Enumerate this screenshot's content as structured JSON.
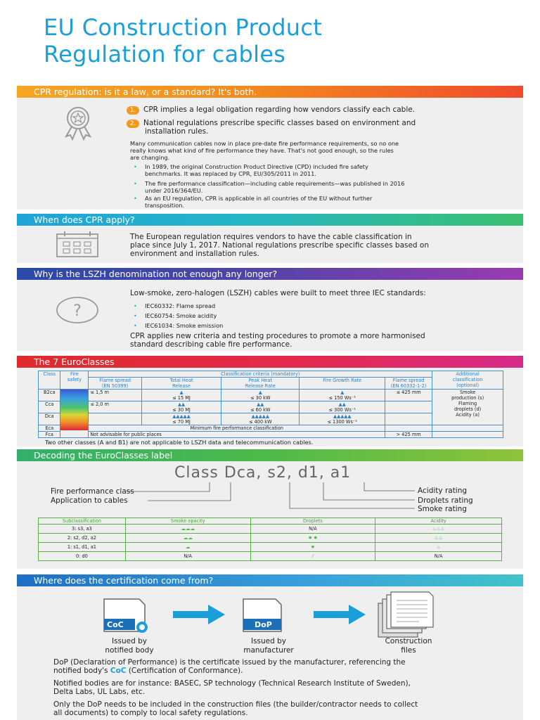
{
  "title": {
    "line1": "EU Construction Product",
    "line2": "Regulation for cables"
  },
  "section1": {
    "header": "CPR regulation: is it a law, or a standard? It's both.",
    "item1_num": "1.",
    "item1": "CPR implies a legal obligation regarding how vendors classify each cable.",
    "item2_num": "2.",
    "item2_a": "National regulations prescribe specific classes based on environment and",
    "item2_b": "installation rules.",
    "para_a": "Many communication cables now in place pre-date fire performance requirements, so no one",
    "para_b": "really knows what kind of fire performance they have. That's not good enough, so the rules",
    "para_c": "are changing.",
    "bullets": [
      {
        "a": "In 1989, the original Construction Product Directive (CPD) included fire safety",
        "b": "benchmarks. It was replaced by CPR, EU/305/2011 in 2011."
      },
      {
        "a": "The fire performance classification—including cable requirements—was published in 2016",
        "b": "under 2016/364/EU."
      },
      {
        "a": "As an EU regulation, CPR is applicable in all countries of the EU without further",
        "b": "transposition."
      }
    ]
  },
  "section2": {
    "header": "When does CPR apply?",
    "line1": "The European regulation requires vendors to have the cable classification in",
    "line2": "place since July 1, 2017. National regulations prescribe specific classes based on",
    "line3": "environment and installation rules."
  },
  "section3": {
    "header": "Why is the LSZH denomination not enough any longer?",
    "intro": "Low-smoke, zero-halogen (LSZH) cables were built to meet three IEC standards:",
    "bullets": [
      "IEC60332: Flame spread",
      "IEC60754: Smoke acidity",
      "IEC61034: Smoke emission"
    ],
    "outro1": "CPR applies new criteria and testing procedures to promote a more harmonised",
    "outro2": "standard describing cable fire performance."
  },
  "section4": {
    "header": "The 7 EuroClasses",
    "col_class": "Class",
    "col_fire_a": "Fire",
    "col_fire_b": "safety",
    "criteria": "Classification criteria (mandatory)",
    "h_flame_a": "Flame spread",
    "h_flame_b": "(EN 50399)",
    "h_heat_a": "Total Heat",
    "h_heat_b": "Release",
    "h_peak_a": "Peak Heat",
    "h_peak_b": "Release Rate",
    "h_growth": "Fire Growth Rate",
    "h_flame2_a": "Flame spread",
    "h_flame2_b": "(EN 60332-1-2)",
    "h_add_a": "Additional",
    "h_add_b": "classification",
    "h_add_c": "(optional)",
    "rows": [
      {
        "cls": "B2ca",
        "flame": "≤ 1,5 m",
        "heat": "≤ 15 MJ",
        "peak": "≤ 30 kW",
        "growth": "≤ 150 Ws⁻¹",
        "flame2": "≤ 425 mm"
      },
      {
        "cls": "Cca",
        "flame": "≤ 2,0 m",
        "heat": "≤ 30 MJ",
        "peak": "≤ 60 kW",
        "growth": "≤ 300 Ws⁻¹",
        "flame2": ""
      },
      {
        "cls": "Dca",
        "flame": "",
        "heat": "≤ 70 MJ",
        "peak": "≤ 400 kW",
        "growth": "≤ 1300 Ws⁻¹",
        "flame2": ""
      },
      {
        "cls": "Eca",
        "flame": "",
        "heat": "",
        "peak": "",
        "growth": "",
        "flame2": ""
      },
      {
        "cls": "Fca",
        "flame": "",
        "heat": "",
        "peak": "",
        "growth": "",
        "flame2": "> 425 mm"
      }
    ],
    "additional": [
      "Smoke",
      "production (s)",
      "Flaming",
      "droplets (d)",
      "Acidity (a)"
    ],
    "min_perf": "Minimum fire performance classification",
    "not_advisable": "Not advisable for public places",
    "note": "Two other classes (A and B1) are not applicable to LSZH data and telecommunication cables."
  },
  "section5": {
    "header": "Decoding the EuroClasses label",
    "label": "Class Dca, s2, d1, a1",
    "fire_perf": "Fire performance class",
    "application": "Application to cables",
    "acidity": "Acidity rating",
    "droplets": "Droplets rating",
    "smoke": "Smoke rating",
    "table_headers": [
      "Subclassification",
      "Smoke opacity",
      "Droplets",
      "Acidity"
    ],
    "table_rows": [
      {
        "sub": "3: s3, a3",
        "smoke": "",
        "drop": "N/A",
        "acid": ""
      },
      {
        "sub": "2: s2, d2, a2",
        "smoke": "",
        "drop": "",
        "acid": ""
      },
      {
        "sub": "1: s1, d1, a1",
        "smoke": "",
        "drop": "",
        "acid": ""
      },
      {
        "sub": "0: d0",
        "smoke": "N/A",
        "drop": "",
        "acid": "N/A"
      }
    ]
  },
  "section6": {
    "header": "Where does the certification come from?",
    "coc": "CoC",
    "dop": "DoP",
    "issued1_a": "Issued by",
    "issued1_b": "notified body",
    "issued2_a": "Issued by",
    "issued2_b": "manufacturer",
    "files_a": "Construction",
    "files_b": "files",
    "p1_a": "DoP (Declaration of Performance) is the certificate issued by the manufacturer, referencing the",
    "p1_b_pre": "notified body's ",
    "p1_b_coc": "CoC",
    "p1_b_post": " (Certification of Conformance).",
    "p2_a": "Notified bodies are for instance: BASEC, SP technology (Technical Research Institute of Sweden),",
    "p2_b": "Delta Labs, UL Labs, etc.",
    "p3_a": "Only the DoP needs to be included in the construction files (the builder/contractor needs to collect",
    "p3_b": "all documents) to comply to local safety regulations."
  },
  "colors": {
    "accent_blue": "#1a9fd8",
    "orange": "#f39a1e",
    "green": "#4fba4a"
  }
}
